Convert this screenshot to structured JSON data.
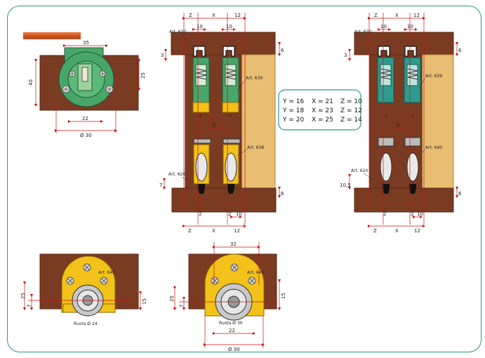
{
  "colors": {
    "wood": "#7a3b22",
    "wood_dark": "#5a2a17",
    "door": "#e9be72",
    "green_part": "#49a66a",
    "teal_part": "#2e9b8f",
    "yellow_part": "#f2c21a",
    "dim_line": "#cc1010",
    "frame": "#2a9a8a"
  },
  "dims": {
    "d35": "35",
    "d25": "25",
    "d40": "40",
    "d22": "22",
    "d30": "Ø 30",
    "d7": "7",
    "dx": "X",
    "d12": "12",
    "d10": "10",
    "d3": "3",
    "d5": "5",
    "d6": "6",
    "d105": "10,5",
    "dz": "Z",
    "d2": "2",
    "d32": "32",
    "d15": "15",
    "dbottom30": "Ø 30"
  },
  "labels": {
    "art630": "Art. 630",
    "art639": "Art. 639",
    "art638": "Art. 638",
    "art620": "Art. 620",
    "art640": "Art. 640",
    "y_left": "Y",
    "y_right": "Y",
    "ruota24": "Ruota Ø 24",
    "ruota30": "Ruota Ø 30"
  },
  "legend": {
    "rows": [
      {
        "y": "Y = 16",
        "x": "X = 21",
        "z": "Z = 10"
      },
      {
        "y": "Y = 18",
        "x": "X = 23",
        "z": "Z = 12"
      },
      {
        "y": "Y = 20",
        "x": "X = 25",
        "z": "Z = 14"
      }
    ]
  }
}
